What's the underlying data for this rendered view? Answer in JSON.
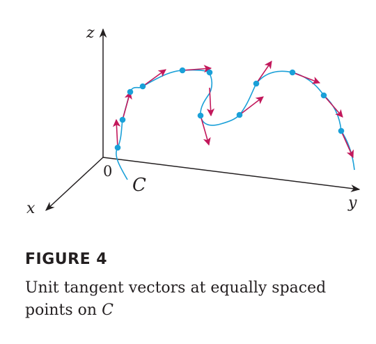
{
  "figure": {
    "axes": {
      "z": "z",
      "x": "x",
      "y": "y",
      "origin": "0"
    },
    "curve_label": "C",
    "colors": {
      "curve": "#1aa0d8",
      "point": "#1aa0d8",
      "tangent": "#c2185b",
      "axis": "#231f20"
    },
    "point_count": 12
  },
  "caption": {
    "heading": "FIGURE 4",
    "text": "Unit tangent vectors at equally spaced points on ",
    "text_italic": "C"
  }
}
